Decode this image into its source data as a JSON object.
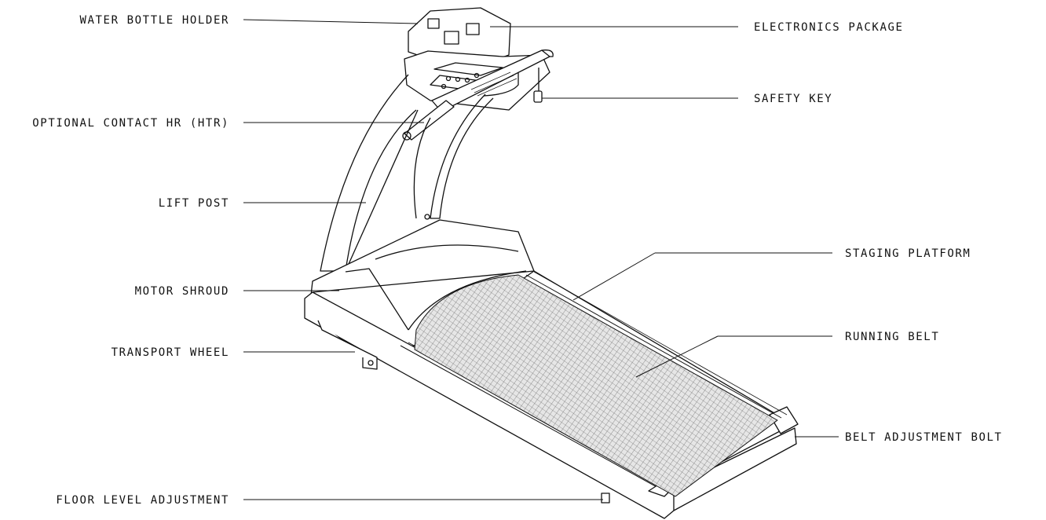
{
  "labels": {
    "water_bottle_holder": "WATER BOTTLE HOLDER",
    "optional_contact_hr": "OPTIONAL CONTACT HR (HTR)",
    "lift_post": "LIFT POST",
    "motor_shroud": "MOTOR SHROUD",
    "transport_wheel": "TRANSPORT WHEEL",
    "floor_level_adjustment": "FLOOR LEVEL ADJUSTMENT",
    "electronics_package": "ELECTRONICS PACKAGE",
    "safety_key": "SAFETY KEY",
    "staging_platform": "STAGING PLATFORM",
    "running_belt": "RUNNING BELT",
    "belt_adjustment_bolt": "BELT ADJUSTMENT BOLT"
  },
  "colors": {
    "line": "#111111",
    "belt_fill": "#cfcfcf",
    "background": "#ffffff"
  }
}
